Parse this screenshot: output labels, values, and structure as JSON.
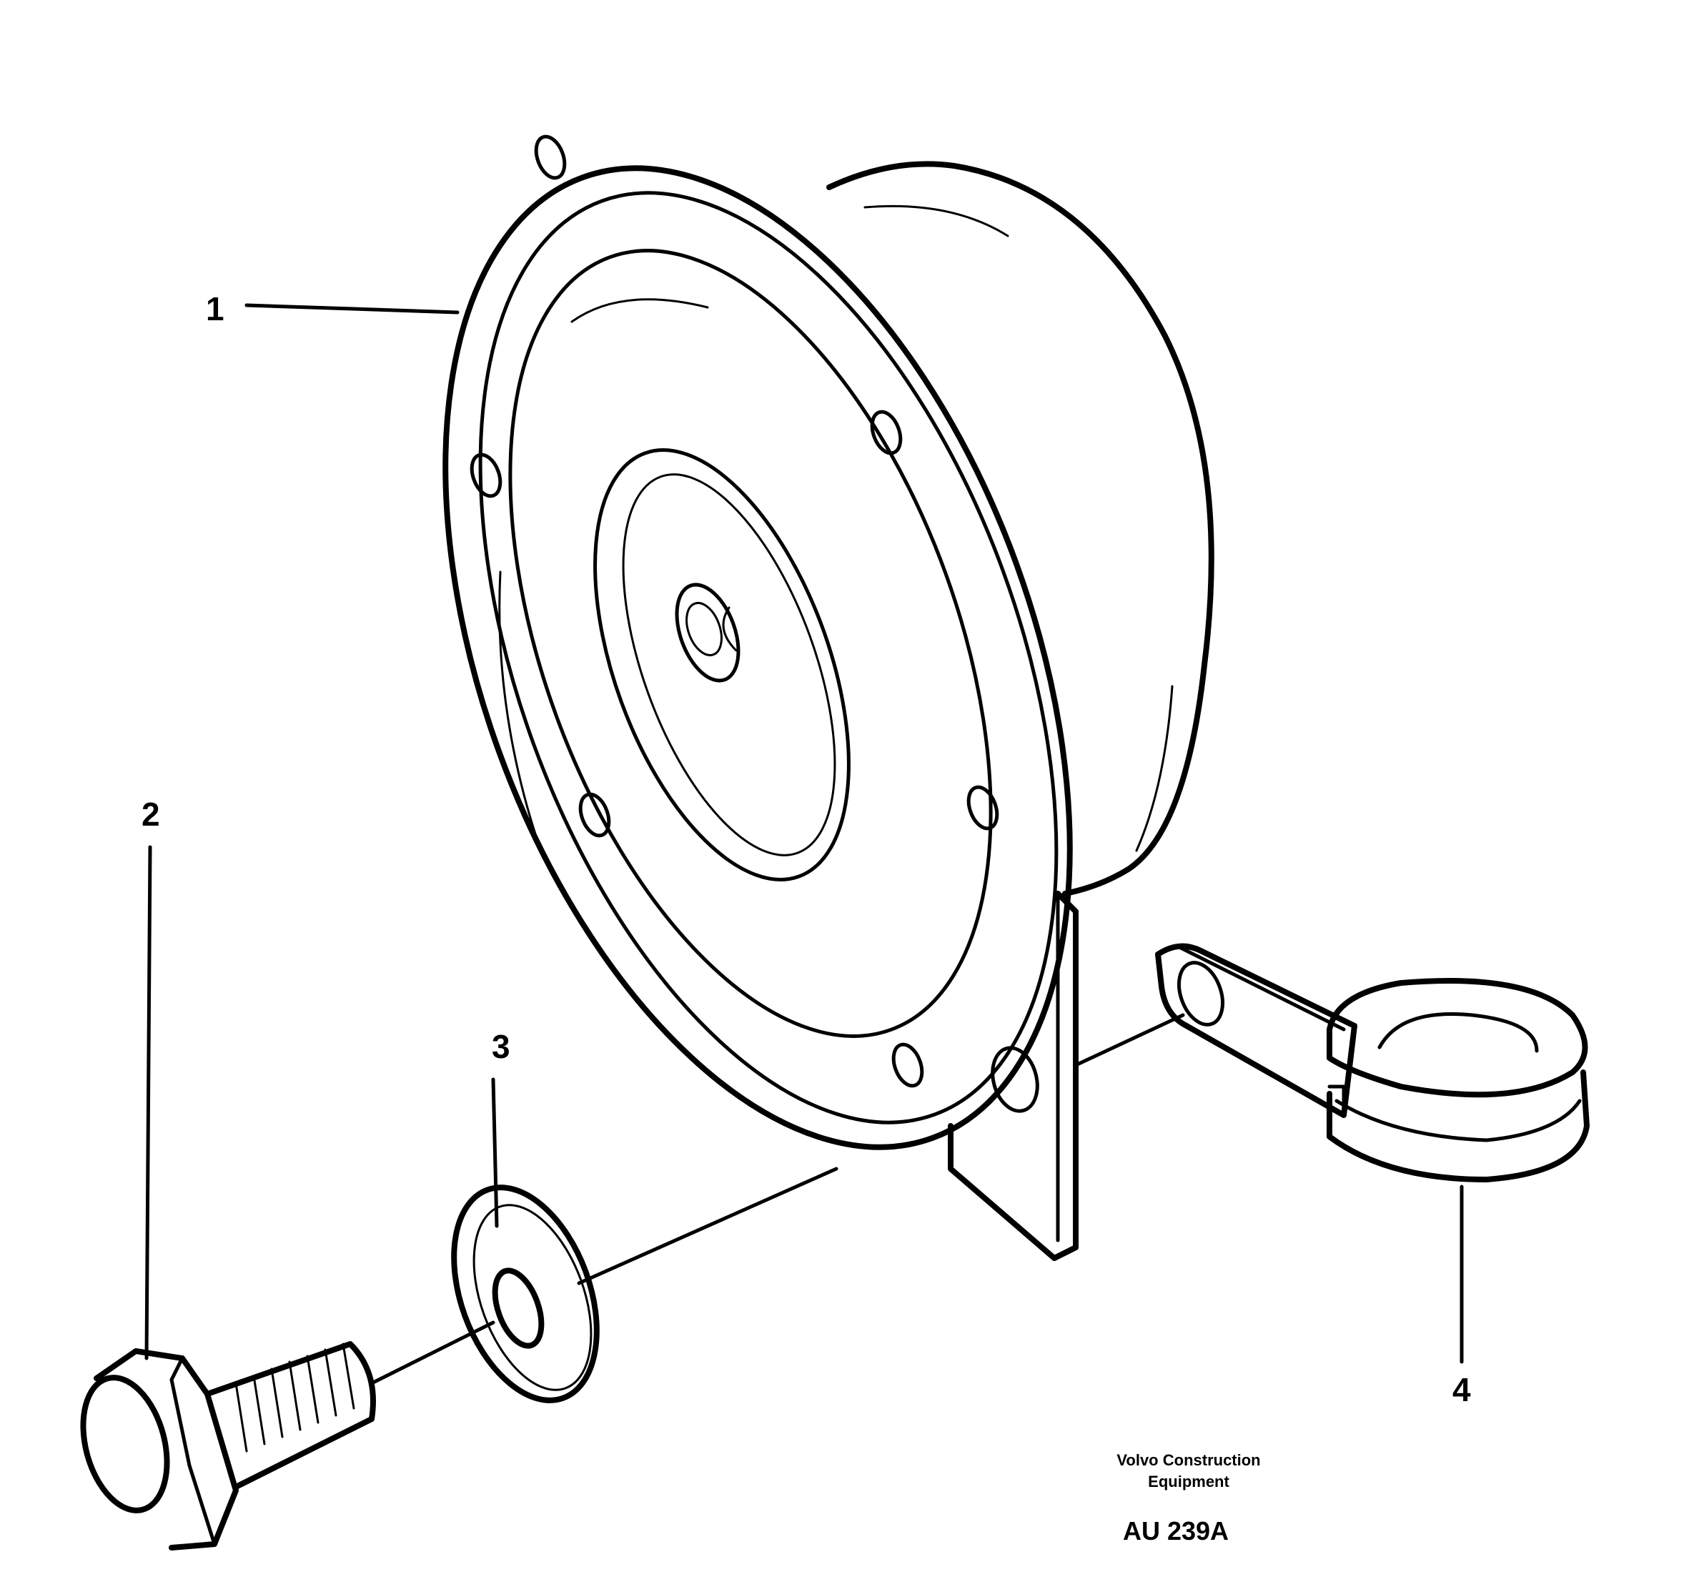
{
  "callouts": {
    "part1": "1",
    "part2": "2",
    "part3": "3",
    "part4": "4"
  },
  "caption": {
    "company_line1": "Volvo Construction",
    "company_line2": "Equipment",
    "figure_code": "AU 239A"
  }
}
